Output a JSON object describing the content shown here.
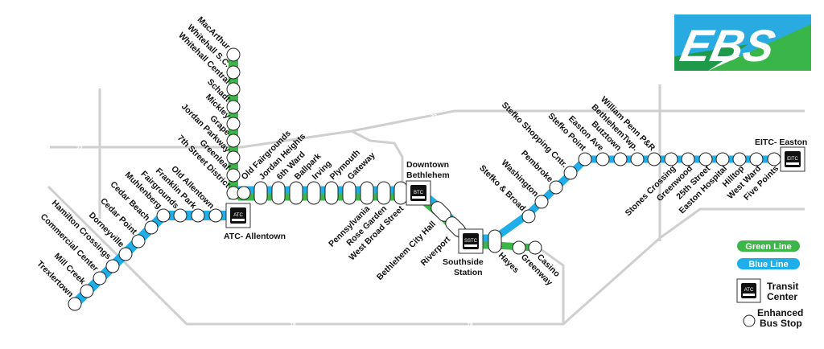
{
  "logo": {
    "text": "EBS",
    "colors": {
      "green": "#3ab54a",
      "blue": "#29abe2"
    }
  },
  "colors": {
    "green_line": "#3db649",
    "blue_line": "#1eaee9",
    "roads": "#cfcfcf"
  },
  "roads": [
    "22",
    "309",
    "378",
    "78",
    "33",
    "412"
  ],
  "transit_centers": {
    "atc": {
      "code": "ATC",
      "label": "ATC- Allentown"
    },
    "btc": {
      "code": "BTC",
      "label_1": "Downtown",
      "label_2": "Bethlehem"
    },
    "sstc": {
      "code": "SSTC",
      "label_1": "Southside",
      "label_2": "Station"
    },
    "eitc": {
      "code": "EITC",
      "label": "EITC- Easton"
    }
  },
  "stations": {
    "north_green": [
      "MacArthur",
      "Whitehall S.C.",
      "Whitehall Central",
      "Schadt",
      "Mickley",
      "Grape",
      "Jordan Parkway",
      "Greenleaf",
      "7th Street District"
    ],
    "west_blue": [
      "Old Allentown",
      "Franklin Park",
      "Fairgrounds",
      "Muhlenberg",
      "Cedar Beach",
      "Cedar Point",
      "Dorneyville",
      "Hamilton Crossings",
      "Commercial Center",
      "Mill Creek",
      "Trexlertown"
    ],
    "trunk_top": [
      "Old Fairgrounds",
      "Jordan Heights",
      "6th Ward",
      "Ballpark",
      "Irving",
      "Plymouth",
      "Gateway"
    ],
    "trunk_bottom": [
      "Pennsylvania",
      "Rose Garden",
      "West Broad Street"
    ],
    "southside": [
      "Bethlehem City Hall",
      "Riverport"
    ],
    "hayes": "Hayes",
    "green_east": [
      "Greenway",
      "Casino"
    ],
    "east_diag": [
      "Stefko & Broad",
      "Washington",
      "Pembroke",
      "Stefko Shopping Cntr."
    ],
    "east_top": [
      "Stefko Point",
      "Easton Ave",
      "Butztown",
      "BethlehemTwp.",
      "William Penn P&R"
    ],
    "east_bottom": [
      "Stones Crossing",
      "Greenwood",
      "25th Street",
      "Easton Hospital",
      "Hilltop",
      "West Ward",
      "Five Points"
    ]
  },
  "legend": {
    "green_line": "Green Line",
    "blue_line": "Blue Line",
    "transit_center_1": "Transit",
    "transit_center_2": "Center",
    "transit_center_code": "ATC",
    "bus_stop_1": "Enhanced",
    "bus_stop_2": "Bus Stop"
  }
}
